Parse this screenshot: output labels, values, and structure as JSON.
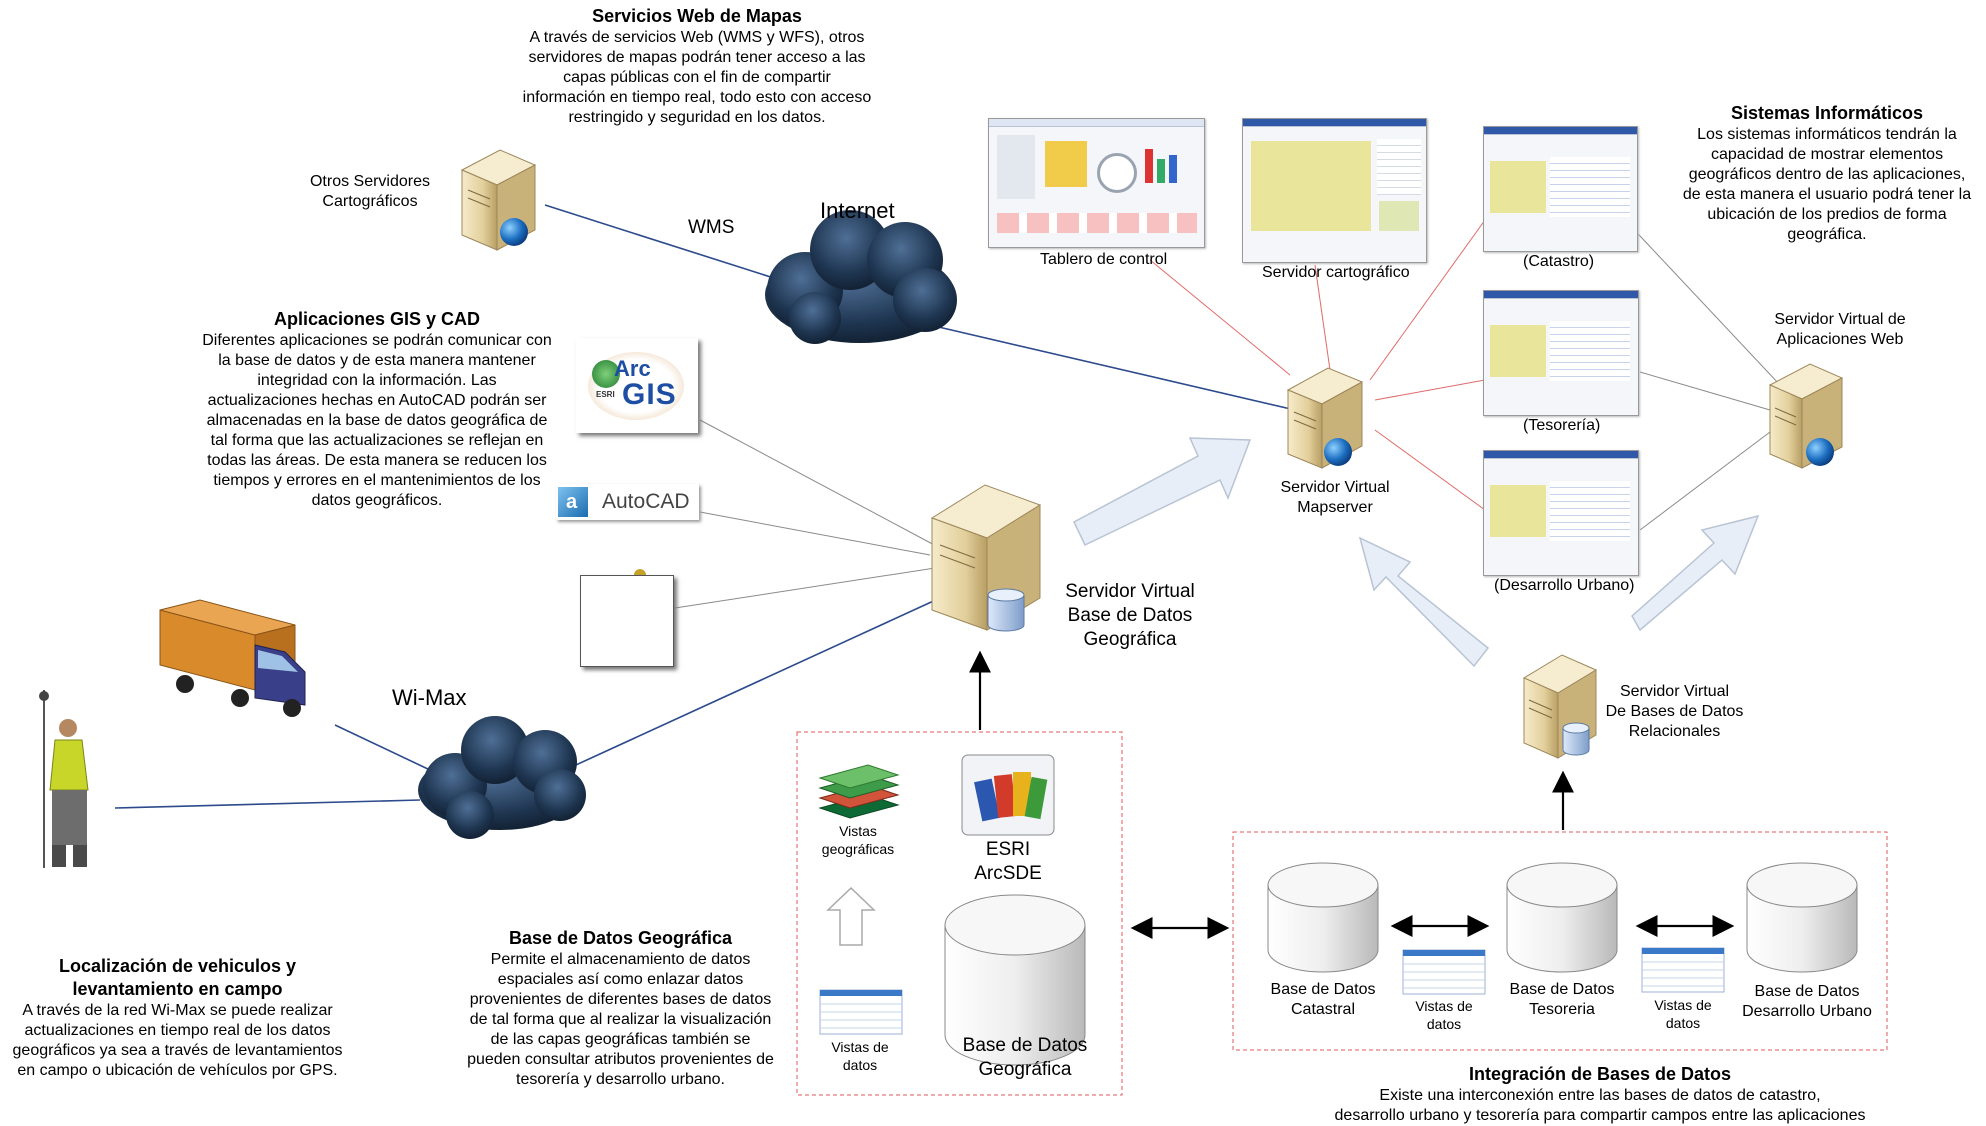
{
  "sections": {
    "web_map_services": {
      "title": "Servicios Web de Mapas",
      "lines": [
        "A través de servicios Web (WMS y WFS), otros",
        "servidores de mapas podrán tener acceso a las",
        "capas públicas con el fin de compartir",
        "información en tiempo real, todo esto con acceso",
        "restringido y seguridad en los datos."
      ]
    },
    "information_systems": {
      "title": "Sistemas Informáticos",
      "lines": [
        "Los sistemas informáticos tendrán la",
        "capacidad de mostrar elementos",
        "geográficos dentro de las aplicaciones,",
        "de esta manera el usuario podrá tener la",
        "ubicación de los predios de forma",
        "geográfica."
      ]
    },
    "gis_cad": {
      "title": "Aplicaciones GIS y CAD",
      "lines": [
        "Diferentes aplicaciones se podrán comunicar con",
        "la base de datos y de esta manera mantener",
        "integridad con la información. Las",
        "actualizaciones hechas en AutoCAD podrán ser",
        "almacenadas en la base de datos geográfica de",
        "tal forma que las actualizaciones se reflejan en",
        "todas las áreas. De esta manera se reducen los",
        "tiempos y errores en el mantenimientos de los",
        "datos geográficos."
      ]
    },
    "vehicle_location": {
      "title_lines": [
        "Localización de vehiculos y",
        "levantamiento en campo"
      ],
      "lines": [
        "A través de la red Wi-Max se puede realizar",
        "actualizaciones en tiempo real de los datos",
        "geográficos ya sea a través de levantamientos",
        "en campo o ubicación de vehículos por GPS."
      ]
    },
    "geo_database": {
      "title": "Base de Datos Geográfica",
      "lines": [
        "Permite el almacenamiento de datos",
        "espaciales así como enlazar datos",
        "provenientes de diferentes bases de datos",
        "de tal forma que al realizar la visualización",
        "de las capas geográficas también se",
        "pueden consultar atributos provenientes de",
        "tesorería y desarrollo urbano."
      ]
    },
    "db_integration": {
      "title": "Integración de Bases de Datos",
      "lines": [
        "Existe una interconexión entre las bases de datos de catastro,",
        "desarrollo urbano y tesorería para compartir campos entre las aplicaciones"
      ]
    }
  },
  "nodes": {
    "other_servers": [
      "Otros Servidores",
      "Cartográficos"
    ],
    "wms": "WMS",
    "internet": "Internet",
    "wimax": "Wi-Max",
    "db_server": [
      "Servidor Virtual",
      "Base de Datos",
      "Geográfica"
    ],
    "mapserver": [
      "Servidor Virtual",
      "Mapserver"
    ],
    "web_app_server": [
      "Servidor Virtual de",
      "Aplicaciones Web"
    ],
    "relational_server": [
      "Servidor Virtual",
      "De Bases de Datos",
      "Relacionales"
    ],
    "autocad": "AutoCAD",
    "arcgis_esri": "ESRI",
    "arcgis_arc": "Arc",
    "arcgis_gis": "GIS"
  },
  "screenshots": {
    "dashboard": "Tablero de control",
    "map_server": "Servidor cartográfico",
    "catastro": "(Catastro)",
    "tesoreria": "(Tesorería)",
    "desarrollo": "(Desarrollo Urbano)"
  },
  "geo_db_box": {
    "geo_views": [
      "Vistas",
      "geográficas"
    ],
    "arcsde": [
      "ESRI",
      "ArcSDE"
    ],
    "data_views": [
      "Vistas de",
      "datos"
    ],
    "geo_db": [
      "Base de Datos",
      "Geográfica"
    ]
  },
  "relational_box": {
    "catastral": [
      "Base de Datos",
      "Catastral"
    ],
    "tesoreria": [
      "Base de Datos",
      "Tesoreria"
    ],
    "desarrollo": [
      "Base de Datos",
      "Desarrollo Urbano"
    ],
    "views": [
      "Vistas de",
      "datos"
    ]
  },
  "colors": {
    "cloud": "#1e3550",
    "network_line": "#2c4a8c",
    "gray_line": "#8a8a8a",
    "red_line": "#e06a6a",
    "dashed_box": "#e05a5a",
    "arrow_fill": "#e8eef7",
    "arrow_stroke": "#b8c4d4"
  }
}
